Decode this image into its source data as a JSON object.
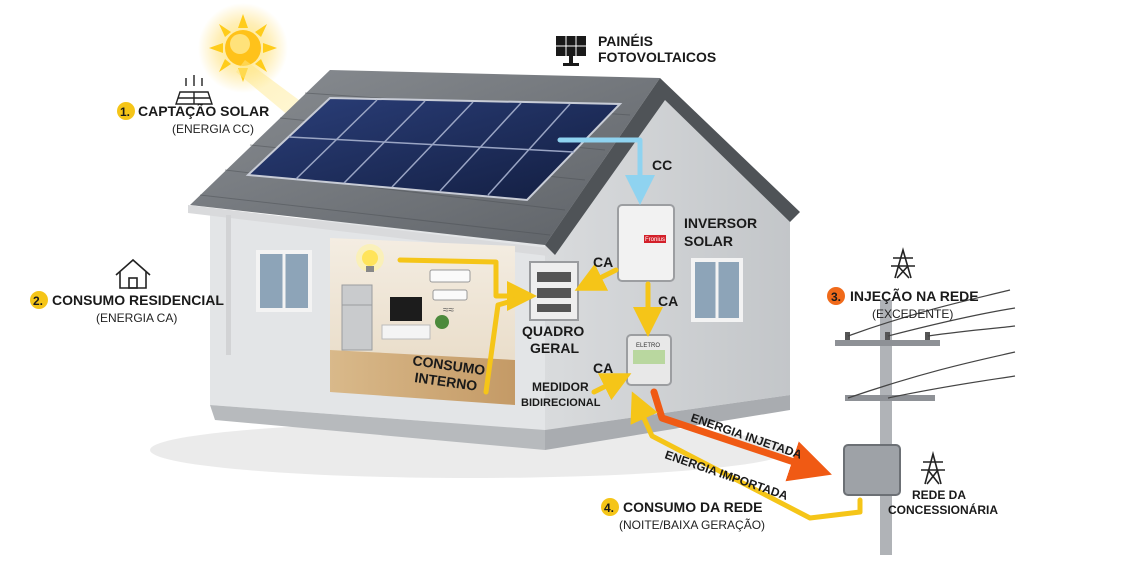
{
  "labels": {
    "captacao_num": "1.",
    "captacao_title": "CAPTAÇÃO SOLAR",
    "captacao_sub": "(ENERGIA CC)",
    "paineis_line1": "PAINÉIS",
    "paineis_line2": "FOTOVOLTAICOS",
    "cc": "CC",
    "inversor_line1": "INVERSOR",
    "inversor_line2": "SOLAR",
    "ca_quadro": "CA",
    "ca_medidor": "CA",
    "ca_entrada": "CA",
    "consumo_num": "2.",
    "consumo_title": "CONSUMO RESIDENCIAL",
    "consumo_sub": "(ENERGIA CA)",
    "quadro_line1": "QUADRO",
    "quadro_line2": "GERAL",
    "consumo_interno_line1": "CONSUMO",
    "consumo_interno_line2": "INTERNO",
    "medidor_line1": "MEDIDOR",
    "medidor_line2": "BIDIRECIONAL",
    "injecao_num": "3.",
    "injecao_title": "INJEÇÃO NA REDE",
    "injecao_sub": "(EXCEDENTE)",
    "energia_injetada": "ENERGIA INJETADA",
    "energia_importada": "ENERGIA IMPORTADA",
    "rede_num": "4.",
    "rede_title": "CONSUMO DA REDE",
    "rede_sub": "(NOITE/BAIXA GERAÇÃO)",
    "concessionaria_line1": "REDE DA",
    "concessionaria_line2": "CONCESSIONÁRIA",
    "meter_brand": "ELETRO",
    "inverter_brand": "Fronius"
  },
  "colors": {
    "dc_line": "#8fd3f0",
    "ac_line": "#f5c518",
    "injected_line": "#f05a14",
    "badge_yellow": "#f5c518",
    "badge_orange": "#f06a1a"
  },
  "icons": {
    "captacao": "solar-panel-sun-icon",
    "paineis": "solar-panel-icon",
    "consumo": "house-icon",
    "injecao": "transmission-tower-icon",
    "concessionaria": "transmission-tower-icon"
  }
}
